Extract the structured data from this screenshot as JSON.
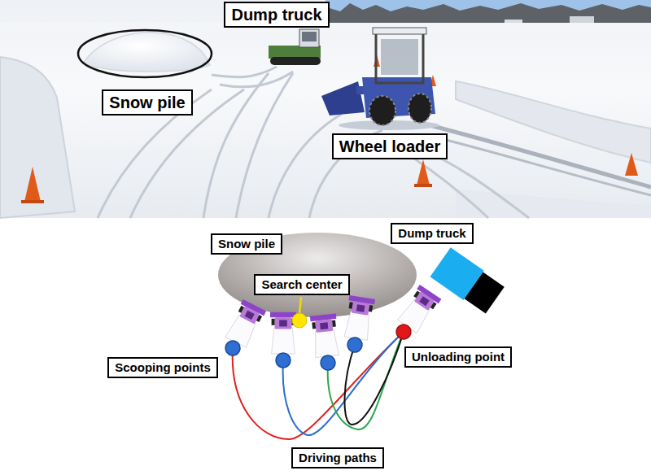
{
  "diagram": {
    "nodes": [
      {
        "text": [
          "Dump truck"
        ]
      },
      {
        "text": [
          "Snow pile"
        ]
      },
      {
        "text": [
          "Wheel loader"
        ]
      },
      {
        "text": [
          "Snow pile"
        ]
      },
      {
        "text": [
          "Dump truck"
        ]
      },
      {
        "text": [
          "Search center"
        ]
      },
      {
        "text": [
          "Scooping points"
        ]
      },
      {
        "text": [
          "Unloading point"
        ]
      },
      {
        "text": [
          "Driving paths"
        ]
      }
    ]
  }
}
